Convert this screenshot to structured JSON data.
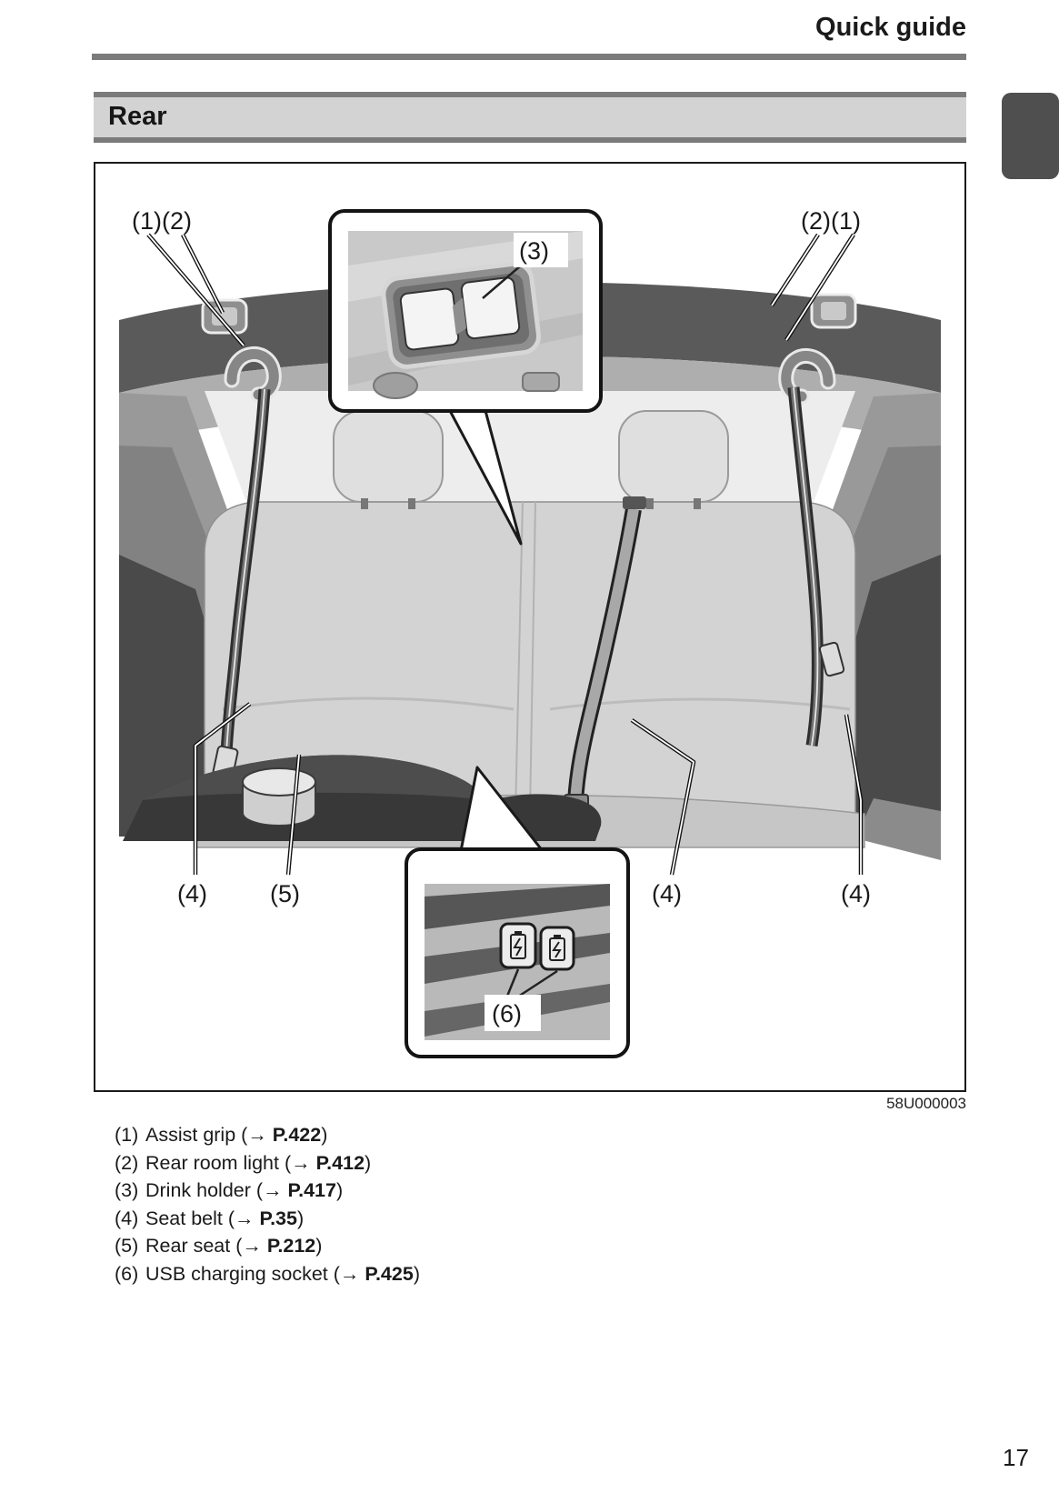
{
  "page": {
    "header_title": "Quick guide",
    "section_title": "Rear",
    "figure_code": "58U000003",
    "page_number": "17"
  },
  "figure": {
    "callouts": {
      "top_left": "(1)(2)",
      "top_right": "(2)(1)",
      "drink_holder": "(3)",
      "seat_belt_left": "(4)",
      "rear_seat": "(5)",
      "seat_belt_center": "(4)",
      "seat_belt_right": "(4)",
      "usb": "(6)"
    }
  },
  "legend": {
    "items": [
      {
        "num": "(1)",
        "name": "Assist grip",
        "ref_open": "(→ ",
        "page": "P.422",
        "ref_close": ")"
      },
      {
        "num": "(2)",
        "name": "Rear room light",
        "ref_open": "(→ ",
        "page": "P.412",
        "ref_close": ")"
      },
      {
        "num": "(3)",
        "name": "Drink holder",
        "ref_open": "(→ ",
        "page": "P.417",
        "ref_close": ")"
      },
      {
        "num": "(4)",
        "name": "Seat belt",
        "ref_open": "(→ ",
        "page": "P.35",
        "ref_close": ")"
      },
      {
        "num": "(5)",
        "name": "Rear seat",
        "ref_open": "(→ ",
        "page": "P.212",
        "ref_close": ")"
      },
      {
        "num": "(6)",
        "name": "USB charging socket",
        "ref_open": "(→ ",
        "page": "P.425",
        "ref_close": ")"
      }
    ]
  },
  "colors": {
    "rule_gray": "#7b7b7b",
    "section_bar_fill": "#d3d3d3",
    "edge_tab": "#4f4f4f",
    "figure_border": "#1a1a1a",
    "text": "#1a1a1a"
  }
}
